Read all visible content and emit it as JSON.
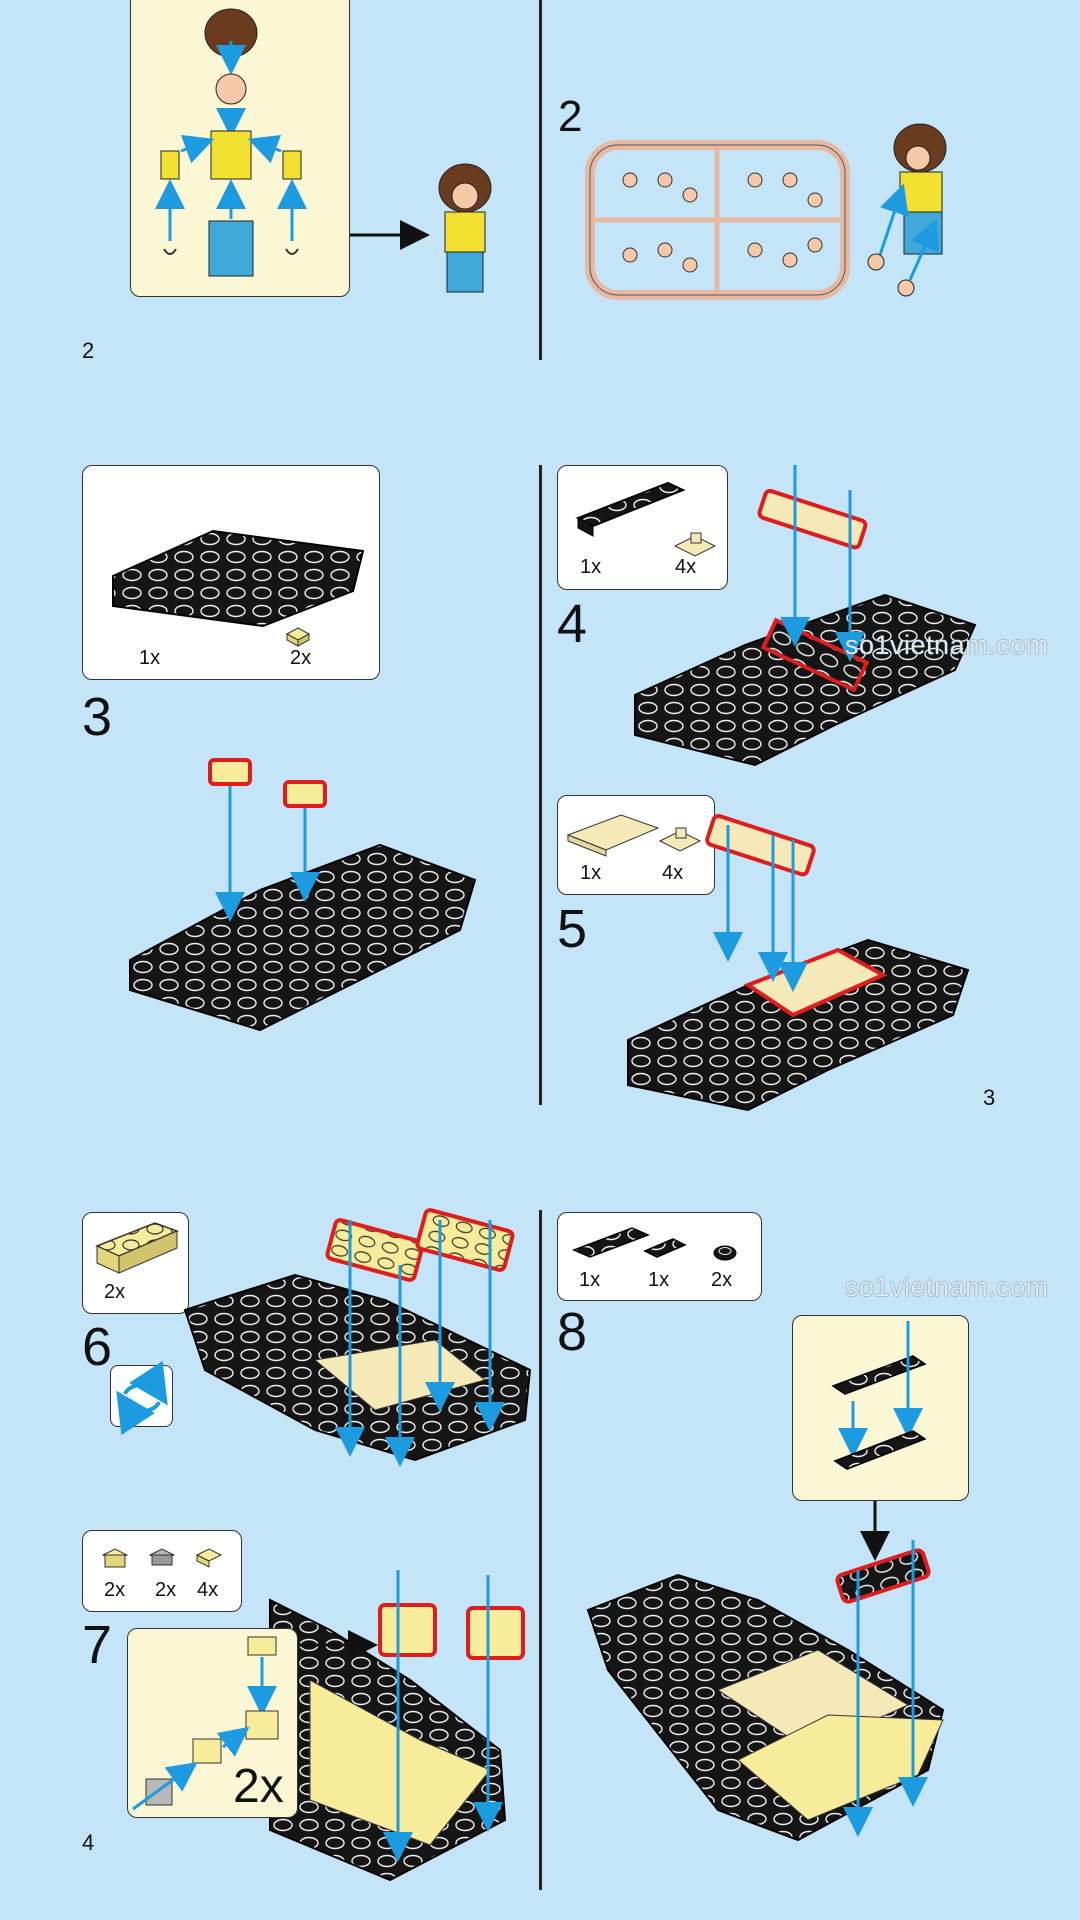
{
  "page_numbers": {
    "p1": "2",
    "p2": "3",
    "p3": "4"
  },
  "steps": {
    "s2": "2",
    "s3": "3",
    "s4": "4",
    "s5": "5",
    "s6": "6",
    "s7": "7",
    "s8": "8"
  },
  "parts": {
    "s3": {
      "a": "1x",
      "b": "2x"
    },
    "s4": {
      "a": "1x",
      "b": "4x"
    },
    "s5": {
      "a": "1x",
      "b": "4x"
    },
    "s6": {
      "a": "2x"
    },
    "s7": {
      "a": "2x",
      "b": "2x",
      "c": "4x"
    },
    "s8": {
      "a": "1x",
      "b": "1x",
      "c": "2x"
    }
  },
  "sub_assembly_multiplier": "2x",
  "watermarks": {
    "w1": "so1vietnam.com",
    "w2": "so1vietnam.com"
  },
  "colors": {
    "background": "#c4e4f7",
    "brick_black": "#151515",
    "brick_yellow": "#f7ec9a",
    "brick_tan": "#f6e9b8",
    "arrow_blue": "#1c9be0",
    "highlight_red": "#e01c1c",
    "callout_bg": "#fbf7d4"
  },
  "icons": [
    "rotate-model-icon",
    "minifigure-icon",
    "hand-sprue-icon",
    "arrow-icon"
  ]
}
